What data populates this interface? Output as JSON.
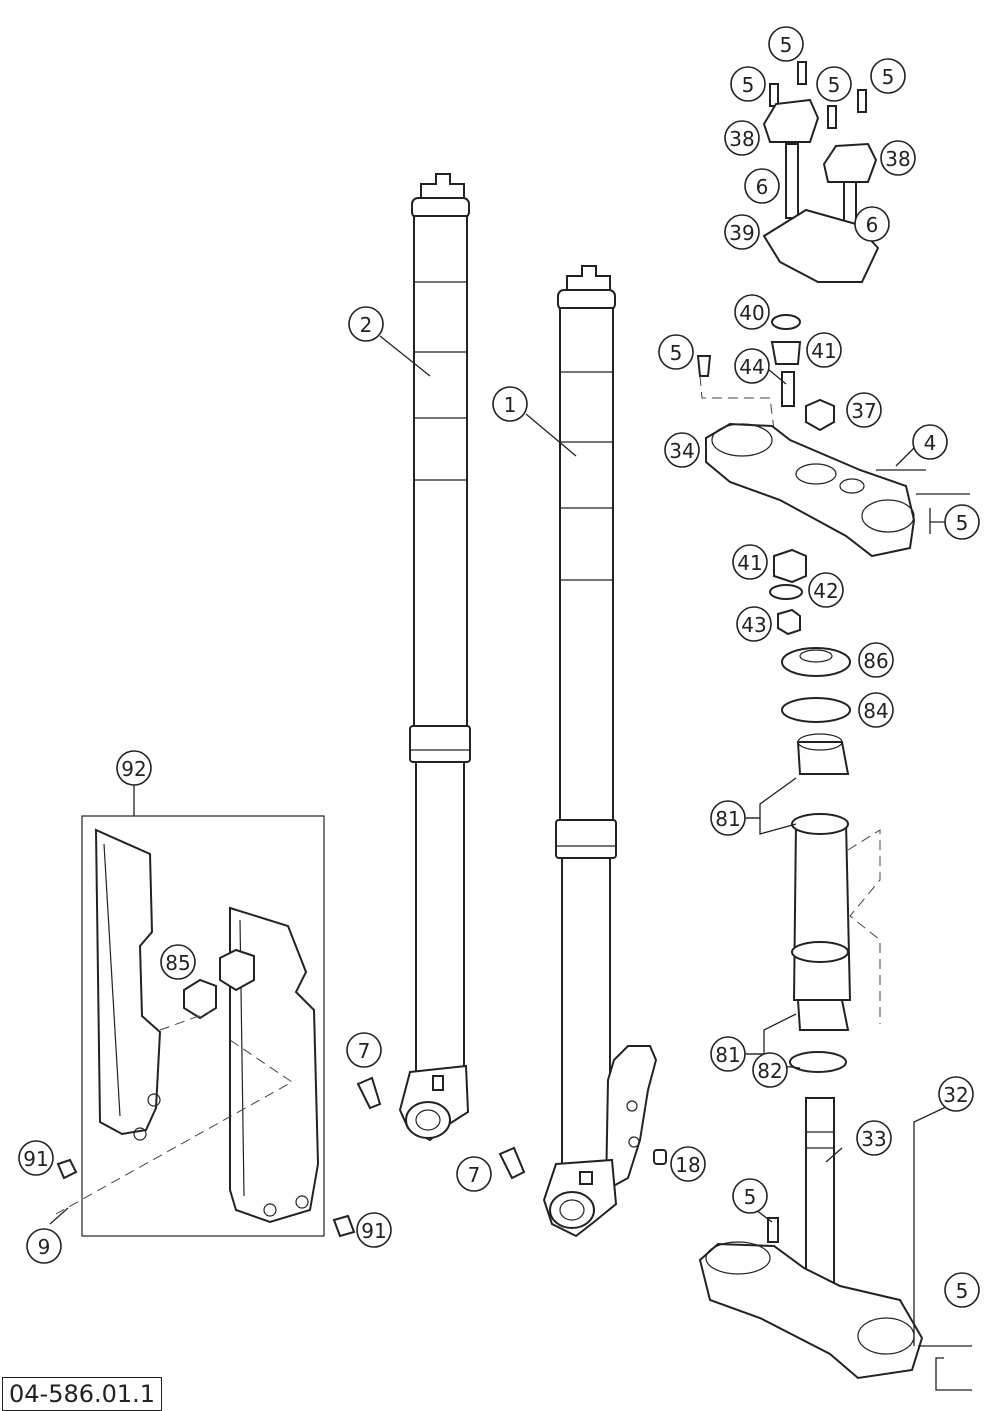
{
  "drawing_code": "04-586.01.1",
  "callouts": [
    {
      "id": "c5a",
      "label": "5"
    },
    {
      "id": "c5b",
      "label": "5"
    },
    {
      "id": "c5c",
      "label": "5"
    },
    {
      "id": "c5d",
      "label": "5"
    },
    {
      "id": "c38a",
      "label": "38"
    },
    {
      "id": "c38b",
      "label": "38"
    },
    {
      "id": "c6a",
      "label": "6"
    },
    {
      "id": "c6b",
      "label": "6"
    },
    {
      "id": "c39",
      "label": "39"
    },
    {
      "id": "c40",
      "label": "40"
    },
    {
      "id": "c5e",
      "label": "5"
    },
    {
      "id": "c41a",
      "label": "41"
    },
    {
      "id": "c44",
      "label": "44"
    },
    {
      "id": "c37",
      "label": "37"
    },
    {
      "id": "c34",
      "label": "34"
    },
    {
      "id": "c4",
      "label": "4"
    },
    {
      "id": "c5f",
      "label": "5"
    },
    {
      "id": "c41b",
      "label": "41"
    },
    {
      "id": "c42",
      "label": "42"
    },
    {
      "id": "c43",
      "label": "43"
    },
    {
      "id": "c86",
      "label": "86"
    },
    {
      "id": "c84",
      "label": "84"
    },
    {
      "id": "c81a",
      "label": "81"
    },
    {
      "id": "c81b",
      "label": "81"
    },
    {
      "id": "c82",
      "label": "82"
    },
    {
      "id": "c32",
      "label": "32"
    },
    {
      "id": "c33",
      "label": "33"
    },
    {
      "id": "c5g",
      "label": "5"
    },
    {
      "id": "c5h",
      "label": "5"
    },
    {
      "id": "c2",
      "label": "2"
    },
    {
      "id": "c1",
      "label": "1"
    },
    {
      "id": "c92",
      "label": "92"
    },
    {
      "id": "c85",
      "label": "85"
    },
    {
      "id": "c7a",
      "label": "7"
    },
    {
      "id": "c7b",
      "label": "7"
    },
    {
      "id": "c18",
      "label": "18"
    },
    {
      "id": "c91a",
      "label": "91"
    },
    {
      "id": "c9",
      "label": "9"
    },
    {
      "id": "c91b",
      "label": "91"
    }
  ]
}
